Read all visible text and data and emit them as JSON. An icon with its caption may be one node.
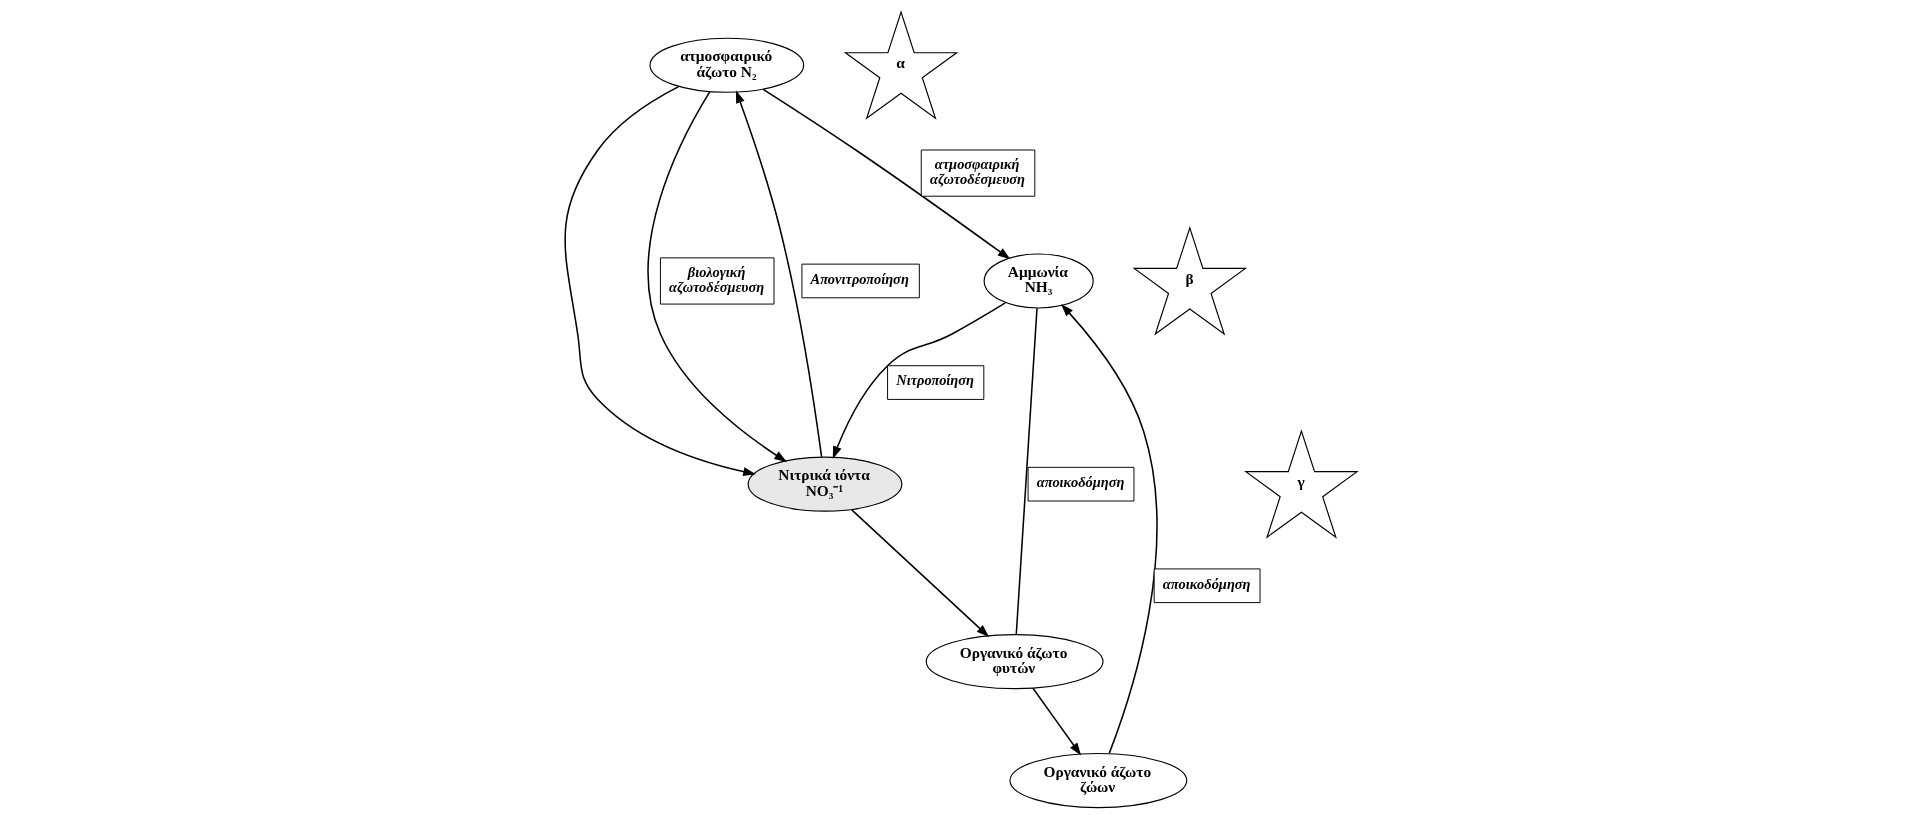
{
  "diagram": {
    "nodes": [
      {
        "text": [
          "ατμοσφαιρικό άζωτο N₂"
        ]
      },
      {
        "text": [
          "α"
        ]
      },
      {
        "text": [
          "Αμμωνία NH₃"
        ]
      },
      {
        "text": [
          "β"
        ]
      },
      {
        "text": [
          "Νιτρικά ιόντα NO₃⁻¹"
        ]
      },
      {
        "text": [
          "γ"
        ]
      },
      {
        "text": [
          "Οργανικό άζωτο φυτών"
        ]
      },
      {
        "text": [
          "Οργανικό άζωτο ζώων"
        ]
      }
    ],
    "edges": [
      {
        "from": 0,
        "to": 2,
        "arrow": "to",
        "label": "ατμοσφαιρική αζωτοδέσμευση"
      },
      {
        "from": 0,
        "to": 4,
        "arrow": "to"
      },
      {
        "from": 0,
        "to": 4,
        "arrow": "to",
        "label": "βιολογική αζωτοδέσμευση"
      },
      {
        "from": 2,
        "to": 4,
        "arrow": "to",
        "label": "Νιτροποίηση"
      },
      {
        "from": 4,
        "to": 0,
        "arrow": "to",
        "label": "Απονιτροποίηση"
      },
      {
        "from": 4,
        "to": 6,
        "arrow": "to"
      },
      {
        "from": 6,
        "to": 2,
        "arrow": "none",
        "label": "αποικοδόμηση"
      },
      {
        "from": 6,
        "to": 7,
        "arrow": "to"
      },
      {
        "from": 7,
        "to": 2,
        "arrow": "to",
        "label": "αποικοδόμηση"
      }
    ]
  }
}
